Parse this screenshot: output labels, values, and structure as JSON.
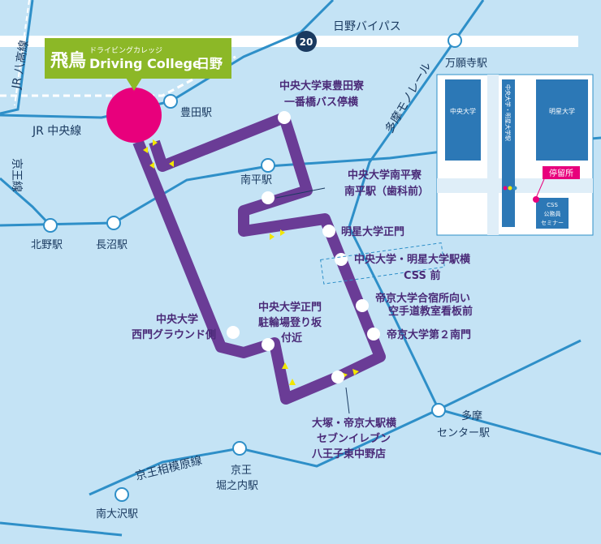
{
  "logo": {
    "main": "飛鳥",
    "sub": "ドライビングカレッジ",
    "english": "Driving College",
    "place": "日野"
  },
  "roads": {
    "bypass": "日野バイパス",
    "route_number": "20"
  },
  "rail_lines": {
    "jr_hachiko": "JR 八高線",
    "jr_chuo": "JR 中央線",
    "keio": "京王線",
    "tama_monorail": "多摩モノレール",
    "keio_sagamihara": "京王相模原線"
  },
  "stations": {
    "toyoda": "豊田駅",
    "manganji": "万願寺駅",
    "minamidaira": "南平駅",
    "kitano": "北野駅",
    "naganuma": "長沼駅",
    "tama_center": [
      "多摩",
      "センター駅"
    ],
    "horinouchi": [
      "京王",
      "堀之内駅"
    ],
    "minami_osawa": "南大沢駅"
  },
  "bus_stops": {
    "chuo_higashi_toyoda": [
      "中央大学東豊田寮",
      "一番橋バス停横"
    ],
    "chuo_minamidaira": [
      "中央大学南平寮",
      "南平駅（歯科前）"
    ],
    "meisei_seimon": "明星大学正門",
    "chuo_meisei_station": [
      "中央大学・明星大学駅横",
      "CSS 前"
    ],
    "teikyo_gasshuku": [
      "帝京大学合宿所向い",
      "空手道教室看板前"
    ],
    "teikyo_2nd_gate": "帝京大学第２南門",
    "chuo_seimon": [
      "中央大学正門",
      "駐輪場登り坂",
      "付近"
    ],
    "chuo_nishimon": [
      "中央大学",
      "西門グラウンド側"
    ],
    "otsuka": [
      "大塚・帝京大駅横",
      "セブンイレブン",
      "八王子東中野店"
    ]
  },
  "inset": {
    "chuo_univ": "中央大学",
    "station_name": "中央大学・明星大学駅",
    "meisei_univ": "明星大学",
    "stop_label": "停留所",
    "css_label": [
      "CSS",
      "公務員",
      "セミナー"
    ]
  },
  "colors": {
    "water": "#c4e3f5",
    "rail": "#2e8fc8",
    "route": "#6a3c96",
    "school": "#e8007c",
    "logo": "#8cb827",
    "inset_block": "#2c78b6"
  }
}
